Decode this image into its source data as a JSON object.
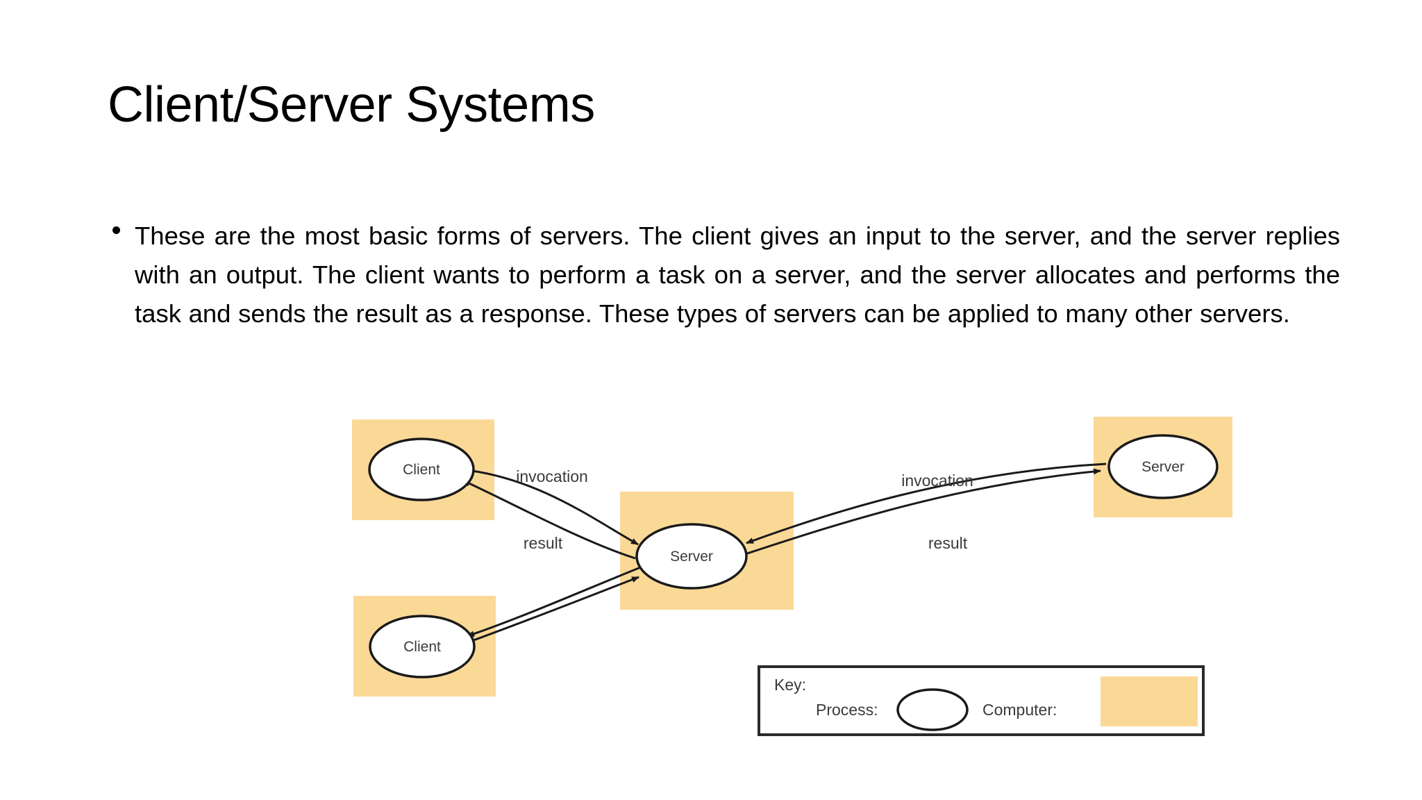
{
  "slide": {
    "title": "Client/Server Systems",
    "bullets": [
      "These are the most basic forms of servers. The client gives an input to the server, and the server replies with an output. The client wants to perform a task on a server, and the server allocates and performs the task and sends the result as a response. These types of servers can be applied to many other servers."
    ]
  },
  "colors": {
    "computer_fill": "#fad997",
    "process_fill": "#ffffff",
    "stroke": "#1a1a1a",
    "text": "#000000",
    "diagram_text": "#3a3a3a",
    "background": "#ffffff"
  },
  "diagram": {
    "type": "node-link",
    "nodes": [
      {
        "id": "client-top",
        "label": "Client",
        "shape": "ellipse",
        "in_computer": true
      },
      {
        "id": "client-bottom",
        "label": "Client",
        "shape": "ellipse",
        "in_computer": true
      },
      {
        "id": "server-center",
        "label": "Server",
        "shape": "ellipse",
        "in_computer": true
      },
      {
        "id": "server-right",
        "label": "Server",
        "shape": "ellipse",
        "in_computer": true
      }
    ],
    "edge_labels": {
      "invocation_left": "invocation",
      "result_left": "result",
      "invocation_right": "invocation",
      "result_right": "result"
    },
    "edges": [
      {
        "from": "client-top",
        "to": "server-center",
        "label": "invocation"
      },
      {
        "from": "server-center",
        "to": "client-top",
        "label": "result"
      },
      {
        "from": "client-bottom",
        "to": "server-center",
        "label": ""
      },
      {
        "from": "server-center",
        "to": "client-bottom",
        "label": ""
      },
      {
        "from": "server-center",
        "to": "server-right",
        "label": "invocation"
      },
      {
        "from": "server-right",
        "to": "server-center",
        "label": "result"
      }
    ],
    "key": {
      "title": "Key:",
      "process_label": "Process:",
      "computer_label": "Computer:"
    }
  }
}
